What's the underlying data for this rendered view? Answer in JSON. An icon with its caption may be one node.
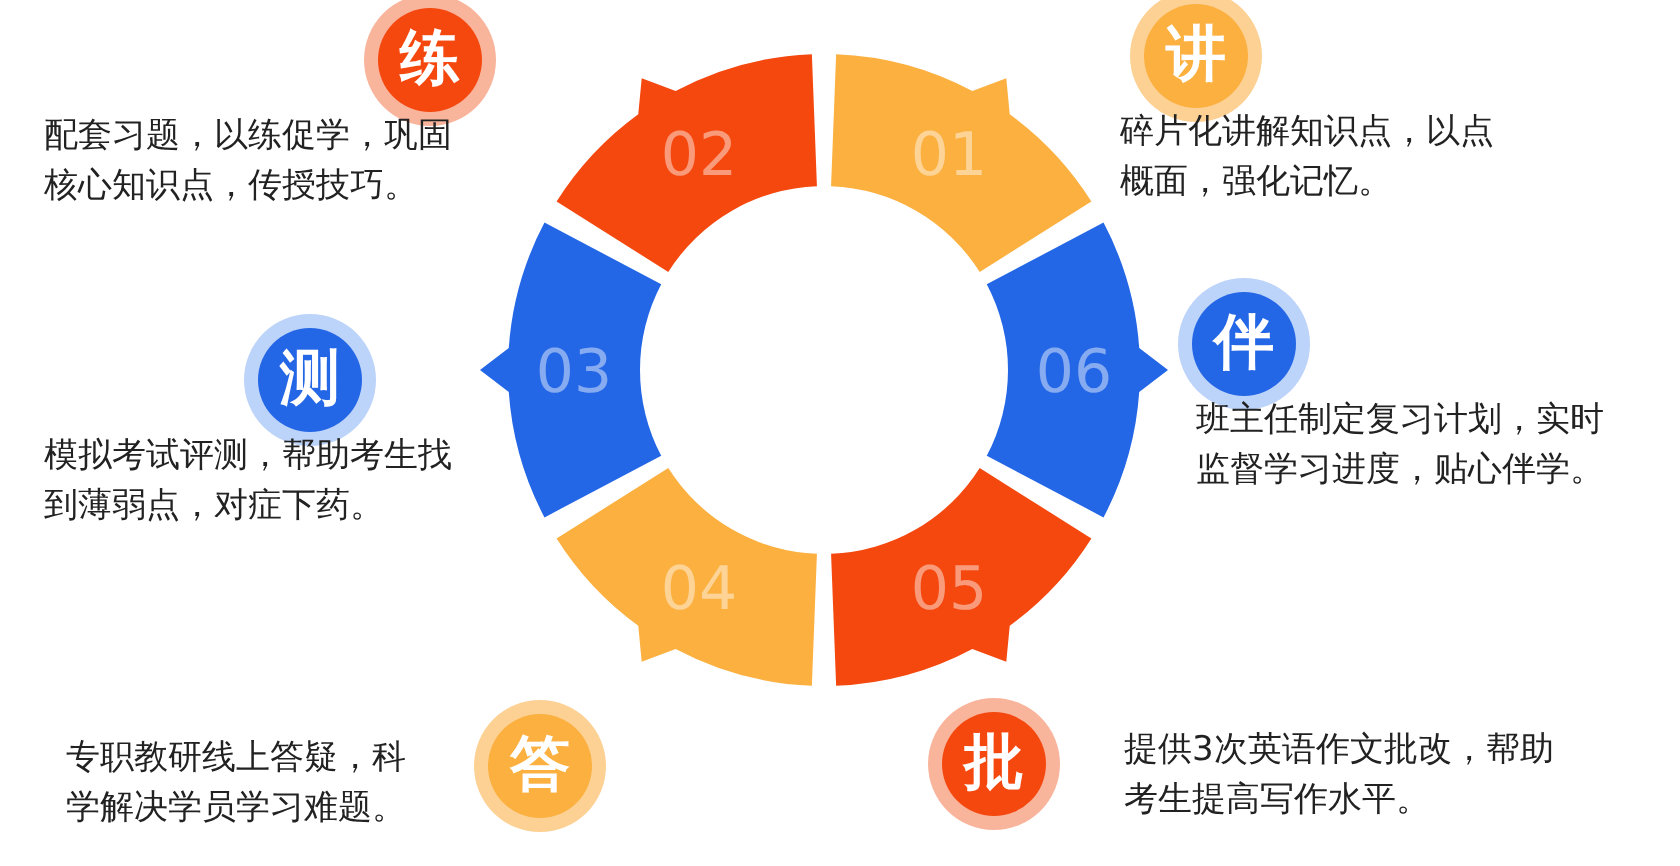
{
  "diagram": {
    "nodes": [
      {
        "text": [
          "练"
        ],
        "beside": [
          "配套习题，以练促学，巩固核心知识点，传授技巧。"
        ]
      },
      {
        "text": [
          "讲"
        ],
        "beside": [
          "碎片化讲解知识点，以点概面，强化记忆。"
        ]
      },
      {
        "text": [
          "02"
        ]
      },
      {
        "text": [
          "01"
        ]
      },
      {
        "text": [
          "测"
        ],
        "beside": [
          "模拟考试评测，帮助考生找到薄弱点，对症下药。"
        ]
      },
      {
        "text": [
          "03"
        ]
      },
      {
        "text": [
          "06"
        ]
      },
      {
        "text": [
          "伴"
        ],
        "beside": [
          "班主任制定复习计划，实时监督学习进度，贴心伴学。"
        ]
      },
      {
        "text": [
          "04"
        ]
      },
      {
        "text": [
          "05"
        ]
      },
      {
        "text": [
          "答"
        ],
        "beside": [
          "专职教研线上答疑，科学解决学员学习难题。"
        ]
      },
      {
        "text": [
          "批"
        ],
        "beside": [
          "提供3次英语作文批改，帮助考生提高写作水平。"
        ]
      }
    ]
  }
}
